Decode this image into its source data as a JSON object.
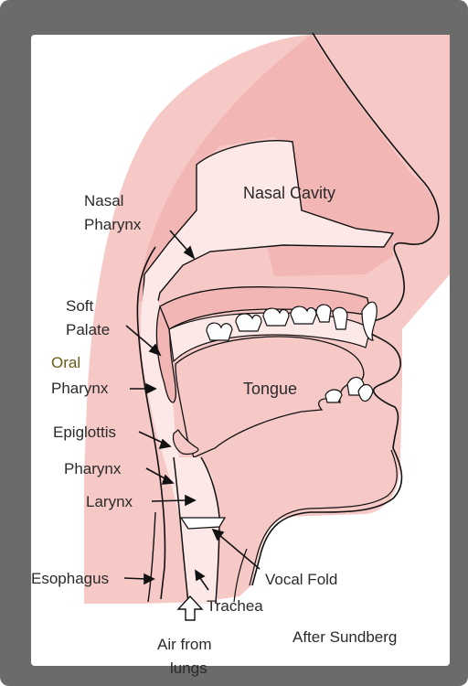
{
  "colors": {
    "frame": "#6b6b6b",
    "panel": "#ffffff",
    "flesh": "#f6c9c7",
    "flesh_dark": "#f2b6b4",
    "cavity": "#fde8e8",
    "outline": "#111111",
    "label_gold": "#6b5a14"
  },
  "labels": {
    "nasal_cavity": "Nasal Cavity",
    "nasal_pharynx_1": "Nasal",
    "nasal_pharynx_2": "Pharynx",
    "soft_palate_1": "Soft",
    "soft_palate_2": "Palate",
    "oral_pharynx_1": "Oral",
    "oral_pharynx_2": "Pharynx",
    "tongue": "Tongue",
    "epiglottis": "Epiglottis",
    "pharynx": "Pharynx",
    "larynx": "Larynx",
    "esophagus": "Esophagus",
    "vocal_fold": "Vocal Fold",
    "trachea": "Trachea",
    "air_from_1": "Air from",
    "air_from_2": "lungs",
    "credit": "After Sundberg"
  },
  "icons": {
    "air_arrow": "up-arrow-icon"
  }
}
